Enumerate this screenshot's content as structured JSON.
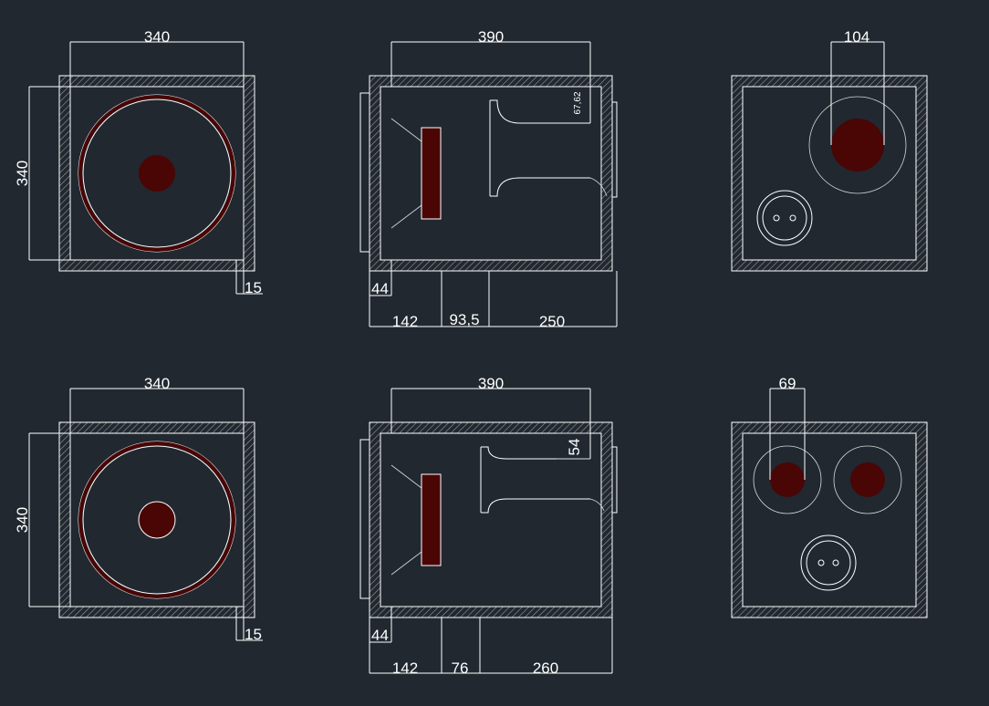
{
  "colors": {
    "background": "#212830",
    "lines": "#ffffff",
    "driver": "#4a0505"
  },
  "views": {
    "top_row": {
      "front": {
        "width_label": "340",
        "height_label": "340",
        "wall_label": "15"
      },
      "side": {
        "depth_label": "390",
        "port_height_label": "67,62",
        "seg1_label": "44",
        "seg2_label": "142",
        "seg3_label": "93,5",
        "seg4_label": "250"
      },
      "rear": {
        "port_label": "104"
      }
    },
    "bottom_row": {
      "front": {
        "width_label": "340",
        "height_label": "340",
        "wall_label": "15"
      },
      "side": {
        "depth_label": "390",
        "port_height_label": "54",
        "seg1_label": "44",
        "seg2_label": "142",
        "seg3_label": "76",
        "seg4_label": "260"
      },
      "rear": {
        "port_label": "69"
      }
    }
  }
}
